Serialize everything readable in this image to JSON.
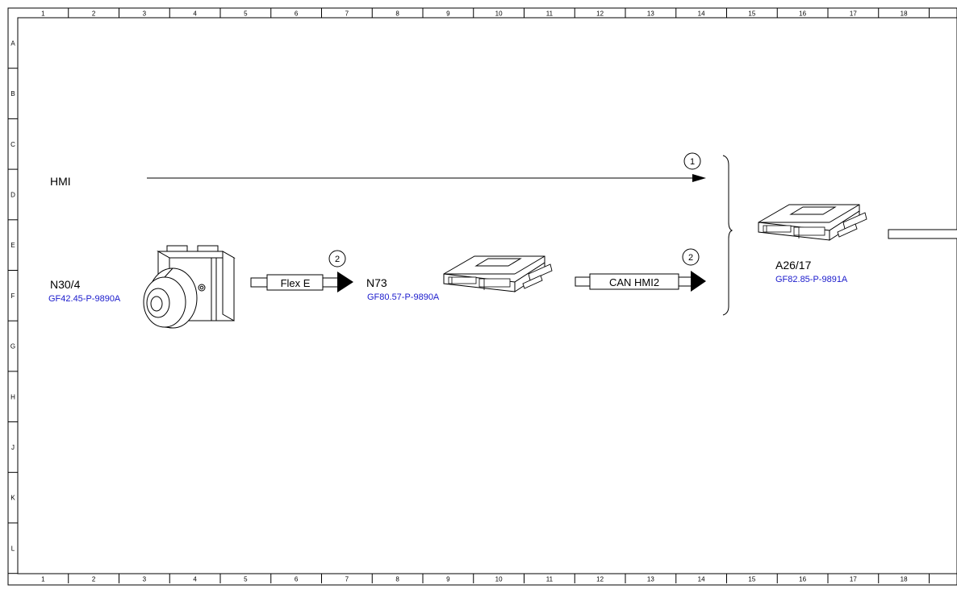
{
  "colors": {
    "line": "#000000",
    "reference": "#1a1acc",
    "background": "#ffffff"
  },
  "grid": {
    "columns": [
      "1",
      "2",
      "3",
      "4",
      "5",
      "6",
      "7",
      "8",
      "9",
      "10",
      "11",
      "12",
      "13",
      "14",
      "15",
      "16",
      "17",
      "18"
    ],
    "rows": [
      "A",
      "B",
      "C",
      "D",
      "E",
      "F",
      "G",
      "H",
      "J",
      "K",
      "L"
    ]
  },
  "signals": {
    "hmi_label": "HMI",
    "hmi_marker": "1",
    "flex_label": "Flex E",
    "flex_marker": "2",
    "can_label": "CAN HMI2",
    "can_marker": "2"
  },
  "components": {
    "camera": {
      "label": "N30/4",
      "reference": "GF42.45-P-9890A",
      "icon": "camera-module-icon"
    },
    "n73": {
      "label": "N73",
      "reference": "GF80.57-P-9890A",
      "icon": "control-unit-icon"
    },
    "a26": {
      "label": "A26/17",
      "reference": "GF82.85-P-9891A",
      "icon": "control-unit-icon"
    }
  }
}
